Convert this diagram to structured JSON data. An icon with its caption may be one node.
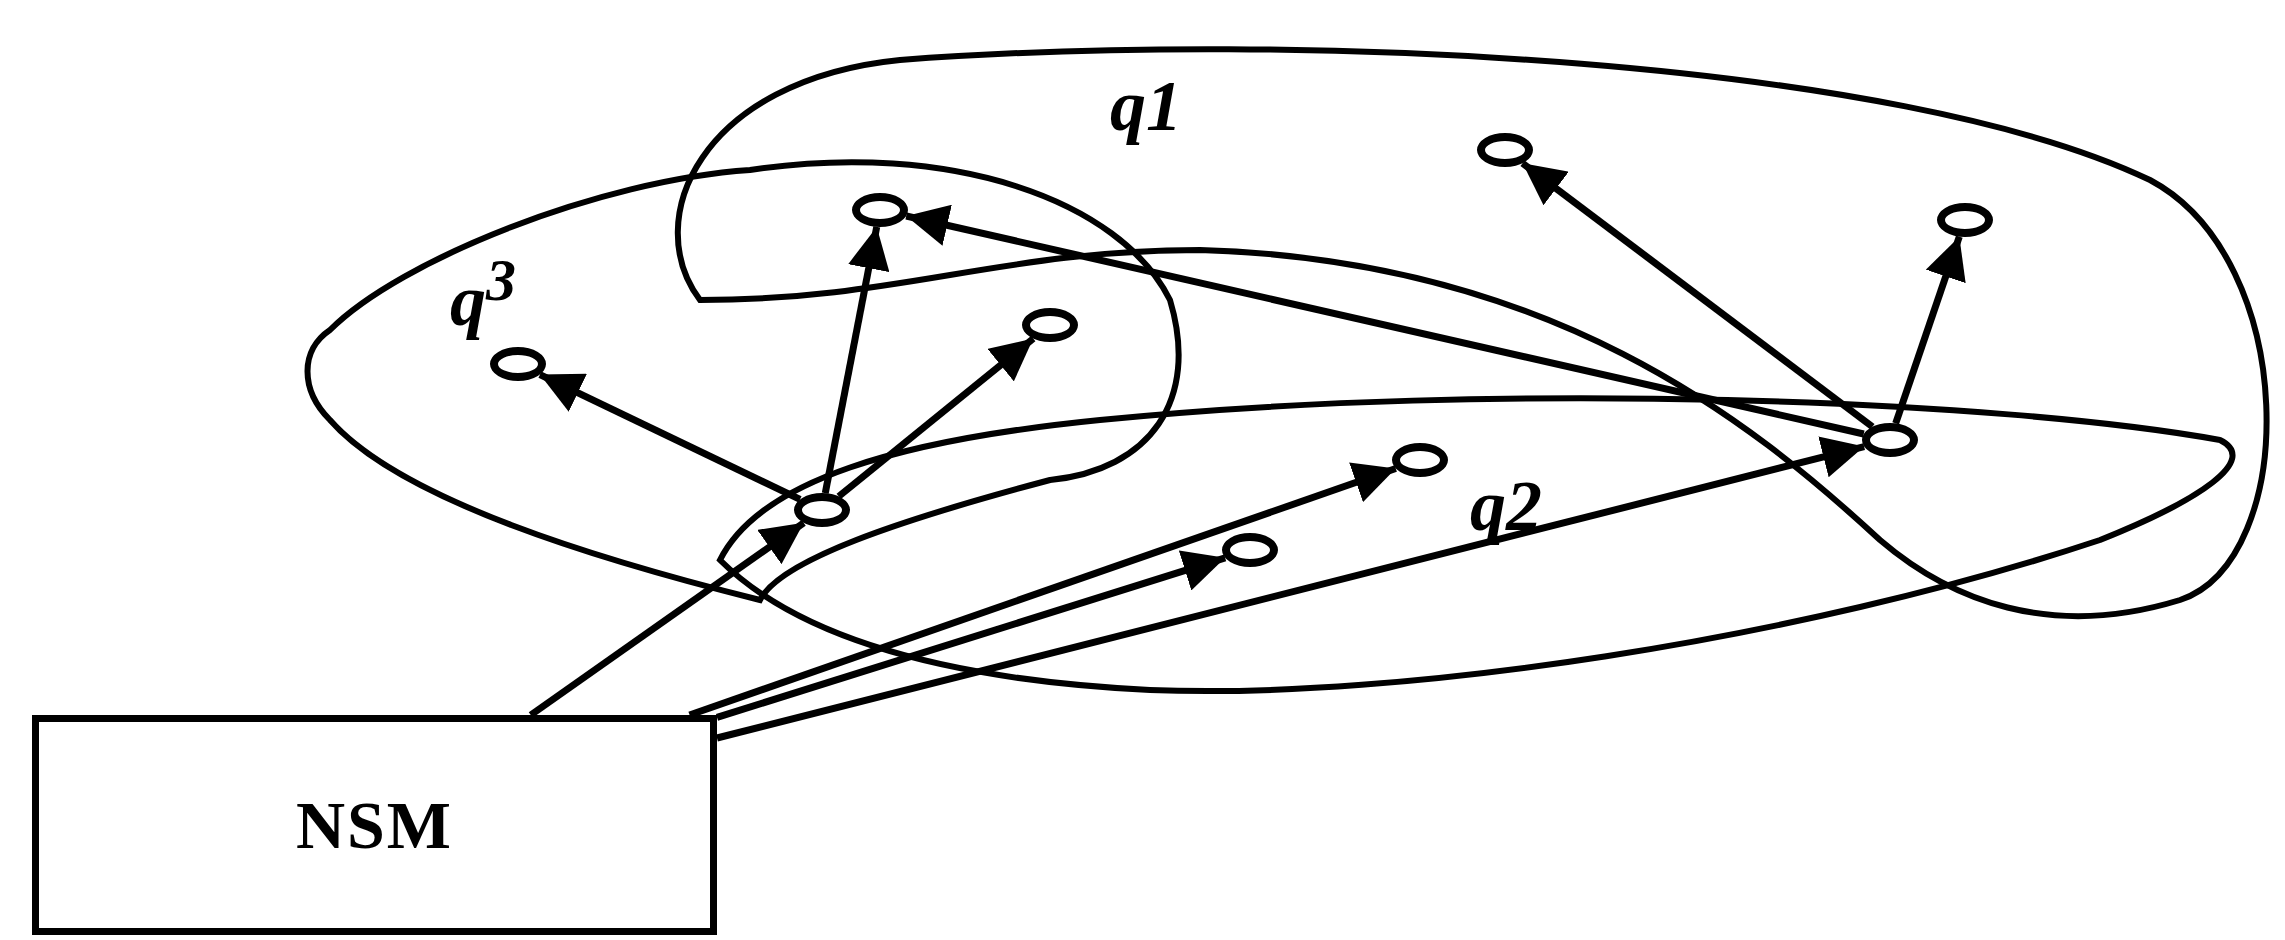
{
  "diagram": {
    "nodes": [
      {
        "text": [
          "q1"
        ]
      },
      {
        "text": [
          "q$^{3}$"
        ]
      },
      {
        "text": [
          "q2"
        ]
      },
      {
        "text": [],
        "shape": "circle"
      },
      {
        "text": [],
        "shape": "circle",
        "in": 1
      },
      {
        "text": [],
        "shape": "circle",
        "in": 1
      },
      {
        "text": [],
        "shape": "circle"
      },
      {
        "text": [],
        "shape": "circle",
        "in": 0
      },
      {
        "text": [],
        "shape": "circle",
        "in": 0
      },
      {
        "text": [],
        "shape": "circle",
        "in": 2
      },
      {
        "text": [],
        "shape": "circle"
      },
      {
        "text": [],
        "shape": "circle",
        "in": 2
      },
      {
        "text": [
          "NSM"
        ]
      }
    ],
    "edges": [
      {
        "from": 6,
        "to": 3,
        "arrow": "to"
      },
      {
        "from": 6,
        "to": 5,
        "arrow": "to"
      },
      {
        "from": 6,
        "to": 4,
        "arrow": "to"
      },
      {
        "from": 10,
        "to": 3,
        "arrow": "to"
      },
      {
        "from": 10,
        "to": 7,
        "arrow": "to"
      },
      {
        "from": 10,
        "to": 8,
        "arrow": "to"
      },
      {
        "from": 12,
        "to": 6,
        "arrow": "to"
      },
      {
        "from": 12,
        "to": 9,
        "arrow": "to"
      },
      {
        "from": 12,
        "to": 11,
        "arrow": "to"
      },
      {
        "from": 12,
        "to": 10,
        "arrow": "to"
      }
    ]
  }
}
